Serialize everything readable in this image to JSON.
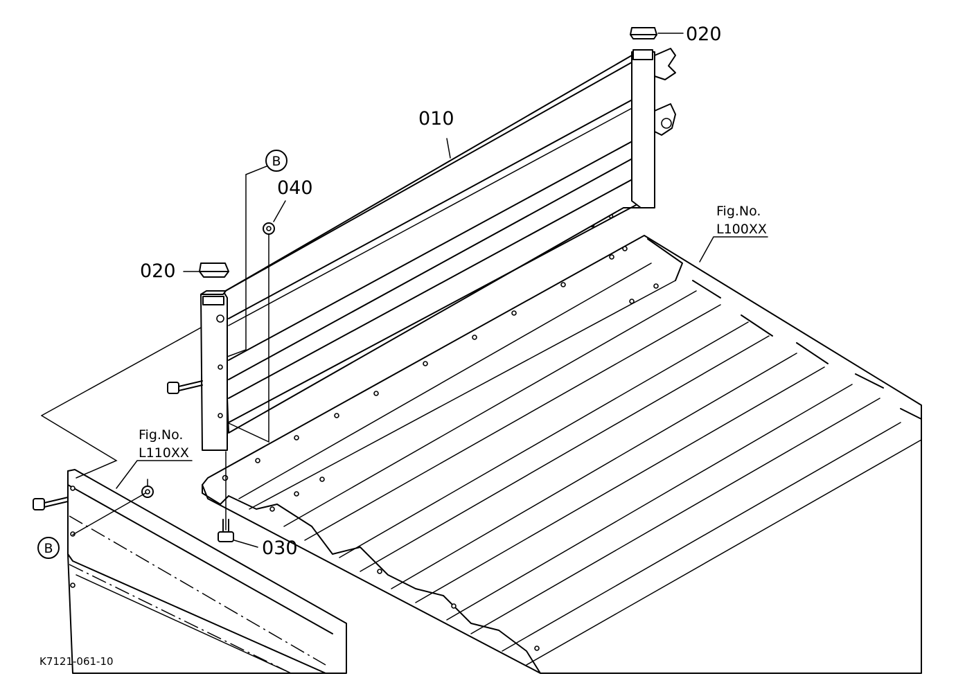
{
  "callouts": {
    "part_010": "010",
    "part_020_top": "020",
    "part_020_left": "020",
    "part_030": "030",
    "part_040": "040",
    "ref_b_upper": "B",
    "ref_b_lower": "B"
  },
  "figure_refs": {
    "deck_label": "Fig.No.",
    "deck_number": "L100XX",
    "side_label": "Fig.No.",
    "side_number": "L110XX"
  },
  "drawing_code": "K7121-061-10"
}
